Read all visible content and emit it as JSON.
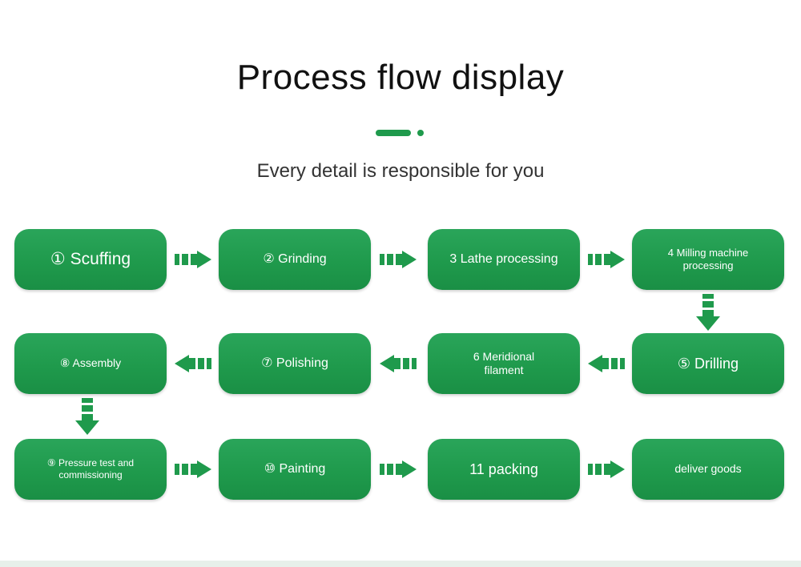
{
  "header": {
    "title": "Process flow display",
    "subtitle": "Every detail is responsible for you"
  },
  "colors": {
    "accent": "#1f9a4c",
    "text_dark": "#111111"
  },
  "steps": [
    {
      "label": "① Scuffing"
    },
    {
      "label": "② Grinding"
    },
    {
      "label": "3 Lathe processing"
    },
    {
      "label": "4 Milling machine processing"
    },
    {
      "label": "⑤ Drilling"
    },
    {
      "label": "6 Meridional filament"
    },
    {
      "label": "⑦ Polishing"
    },
    {
      "label": "⑧ Assembly"
    },
    {
      "label": "⑨ Pressure test and commissioning"
    },
    {
      "label": "⑩ Painting"
    },
    {
      "label": "11 packing"
    },
    {
      "label": "deliver goods"
    }
  ],
  "arrows": [
    {
      "icon": "arrow-right-icon"
    },
    {
      "icon": "arrow-right-icon"
    },
    {
      "icon": "arrow-right-icon"
    },
    {
      "icon": "arrow-down-icon"
    },
    {
      "icon": "arrow-left-icon"
    },
    {
      "icon": "arrow-left-icon"
    },
    {
      "icon": "arrow-left-icon"
    },
    {
      "icon": "arrow-down-icon"
    },
    {
      "icon": "arrow-right-icon"
    },
    {
      "icon": "arrow-right-icon"
    },
    {
      "icon": "arrow-right-icon"
    }
  ]
}
